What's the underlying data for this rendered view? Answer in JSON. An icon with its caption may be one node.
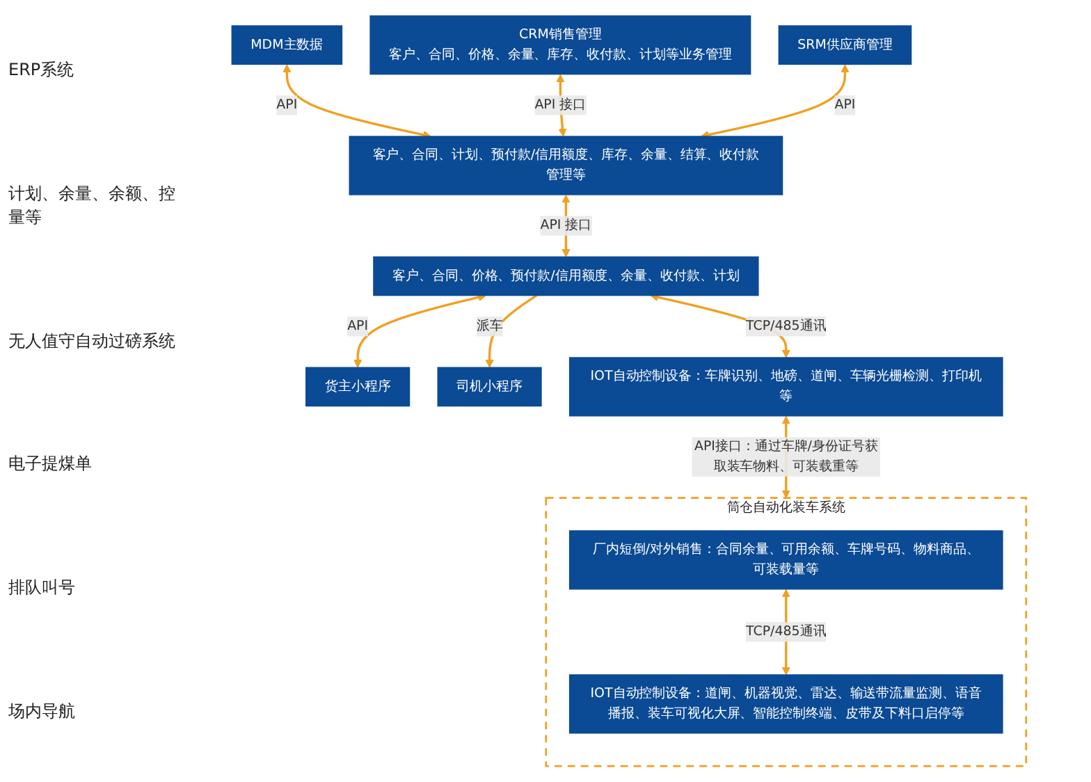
{
  "diagram": {
    "nodes": [
      {
        "text": [
          "MDM主数据"
        ]
      },
      {
        "text": [
          "CRM销售管理",
          "客户、合同、价格、余量、库存、收付款、计划等业务管理"
        ]
      },
      {
        "text": [
          "SRM供应商管理"
        ]
      },
      {
        "text": [
          "客户、合同、计划、预付款/信用额度、库存、余量、结算、收付款管理等"
        ]
      },
      {
        "text": [
          "客户、合同、价格、预付款/信用额度、余量、收付款、计划"
        ]
      },
      {
        "text": [
          "货主小程序"
        ]
      },
      {
        "text": [
          "司机小程序"
        ]
      },
      {
        "text": [
          "IOT自动控制设备：车牌识别、地磅、道闸、车辆光栅检测、打印机等"
        ]
      },
      {
        "text": [
          "筒仓自动化装车系统"
        ]
      },
      {
        "text": [
          "厂内短倒/对外销售：合同余量、可用余额、车牌号码、物料商品、可装载量等"
        ],
        "in": 8
      },
      {
        "text": [
          "IOT自动控制设备：道闸、机器视觉、雷达、输送带流量监测、语音播报、装车可视化大屏、智能控制终端、皮带及下料口启停等"
        ],
        "in": 8
      }
    ],
    "edges": [
      {
        "from": 0,
        "to": 3,
        "arrow": "both",
        "label": "API"
      },
      {
        "from": 1,
        "to": 3,
        "arrow": "both",
        "label": "API 接口"
      },
      {
        "from": 2,
        "to": 3,
        "arrow": "both",
        "label": "API"
      },
      {
        "from": 3,
        "to": 4,
        "arrow": "both",
        "label": "API 接口"
      },
      {
        "from": 4,
        "to": 5,
        "arrow": "both",
        "label": "API"
      },
      {
        "from": 4,
        "to": 6,
        "arrow": "to",
        "label": "派车"
      },
      {
        "from": 4,
        "to": 7,
        "arrow": "both",
        "label": "TCP/485通讯"
      },
      {
        "from": 7,
        "to": 8,
        "arrow": "both",
        "label": "API接口：通过车牌/身份证号获取装车物料、可装载重等"
      },
      {
        "from": 9,
        "to": 10,
        "arrow": "both",
        "label": "TCP/485通讯"
      }
    ],
    "labels": [
      "ERP系统",
      "计划、余量、余额、控量等",
      "无人值守自动过磅系统",
      "电子提煤单",
      "排队叫号",
      "场内导航"
    ]
  }
}
